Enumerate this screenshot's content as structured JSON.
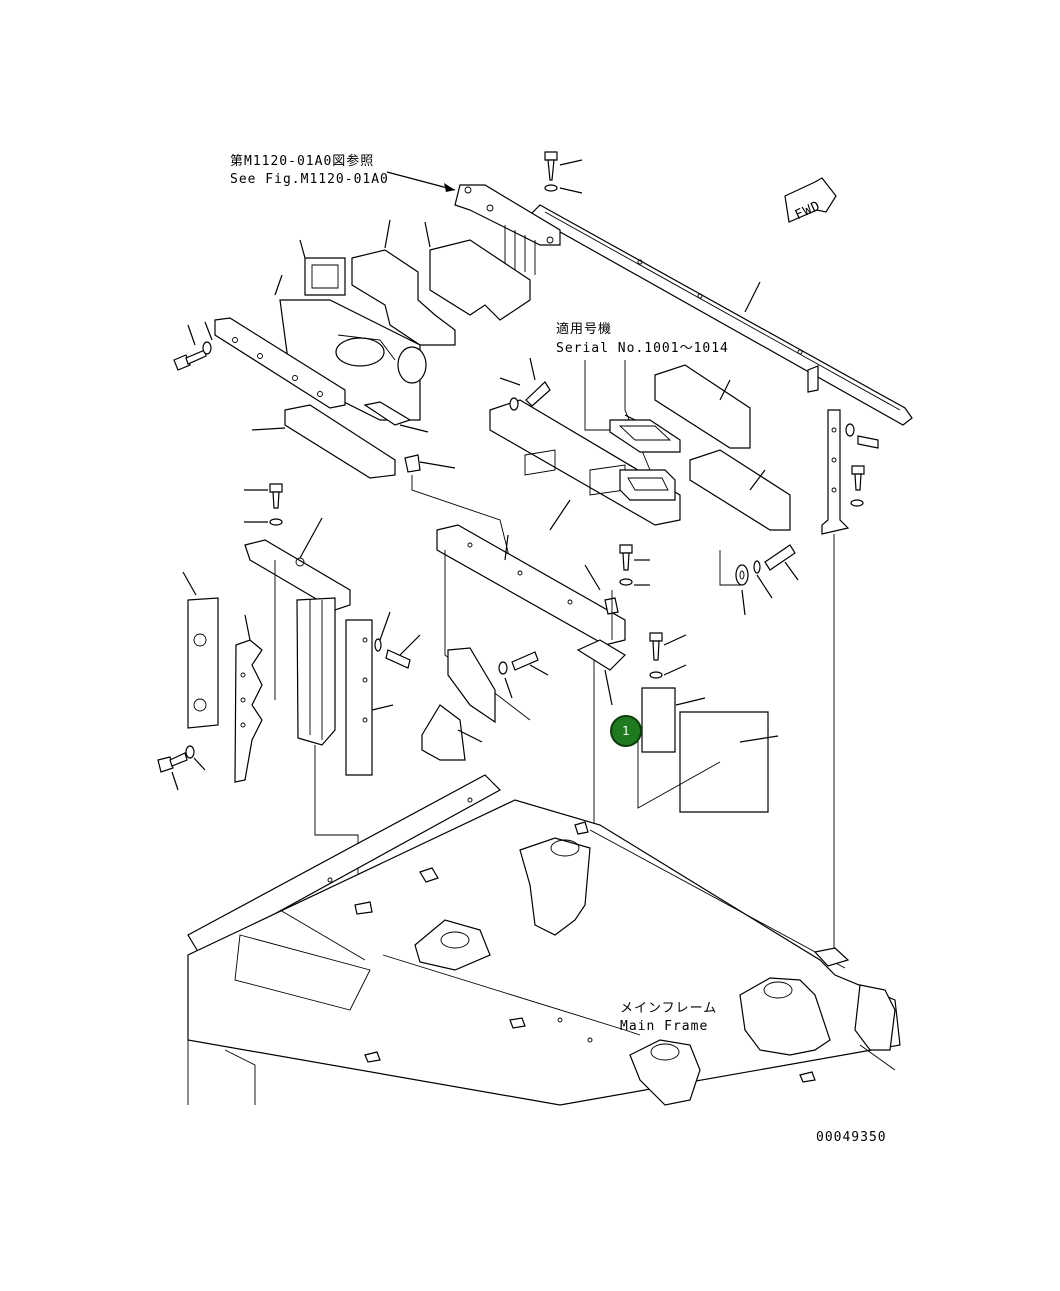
{
  "references": {
    "fig_ref_jp": "第M1120-01A0図参照",
    "fig_ref_en": "See Fig.M1120-01A0",
    "serial_jp": "適用号機",
    "serial_en": "Serial No.1001〜1014",
    "main_frame_jp": "メインフレーム",
    "main_frame_en": "Main Frame"
  },
  "fwd_label": "FWD",
  "drawing_number": "00049350",
  "callouts": [
    {
      "number": "1",
      "color": "#1f7a1f"
    }
  ],
  "line_color": "#000000",
  "background": "#ffffff"
}
